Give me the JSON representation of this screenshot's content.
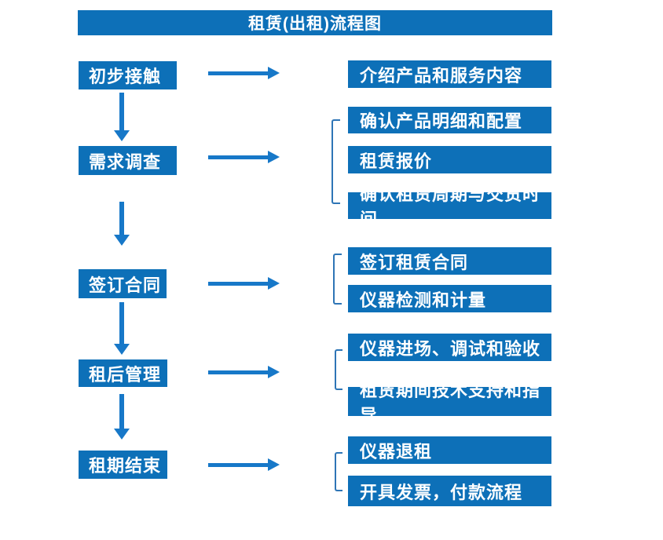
{
  "title": "租赁(出租)流程图",
  "colors": {
    "box_blue": "#0d70b8",
    "arrow_blue": "#1778c8",
    "bracket_blue": "#2e75b6",
    "text_white": "#ffffff",
    "background": "#ffffff"
  },
  "steps": [
    {
      "label": "初步接触",
      "details": [
        "介绍产品和服务内容"
      ]
    },
    {
      "label": "需求调查",
      "details": [
        "确认产品明细和配置",
        "租赁报价",
        "确认租赁周期与交货时间"
      ]
    },
    {
      "label": "签订合同",
      "details": [
        "签订租赁合同",
        "仪器检测和计量"
      ]
    },
    {
      "label": "租后管理",
      "details": [
        "仪器进场、调试和验收",
        "租赁期间技术支持和指导"
      ]
    },
    {
      "label": "租期结束",
      "details": [
        "仪器退租",
        "开具发票，付款流程"
      ]
    }
  ]
}
